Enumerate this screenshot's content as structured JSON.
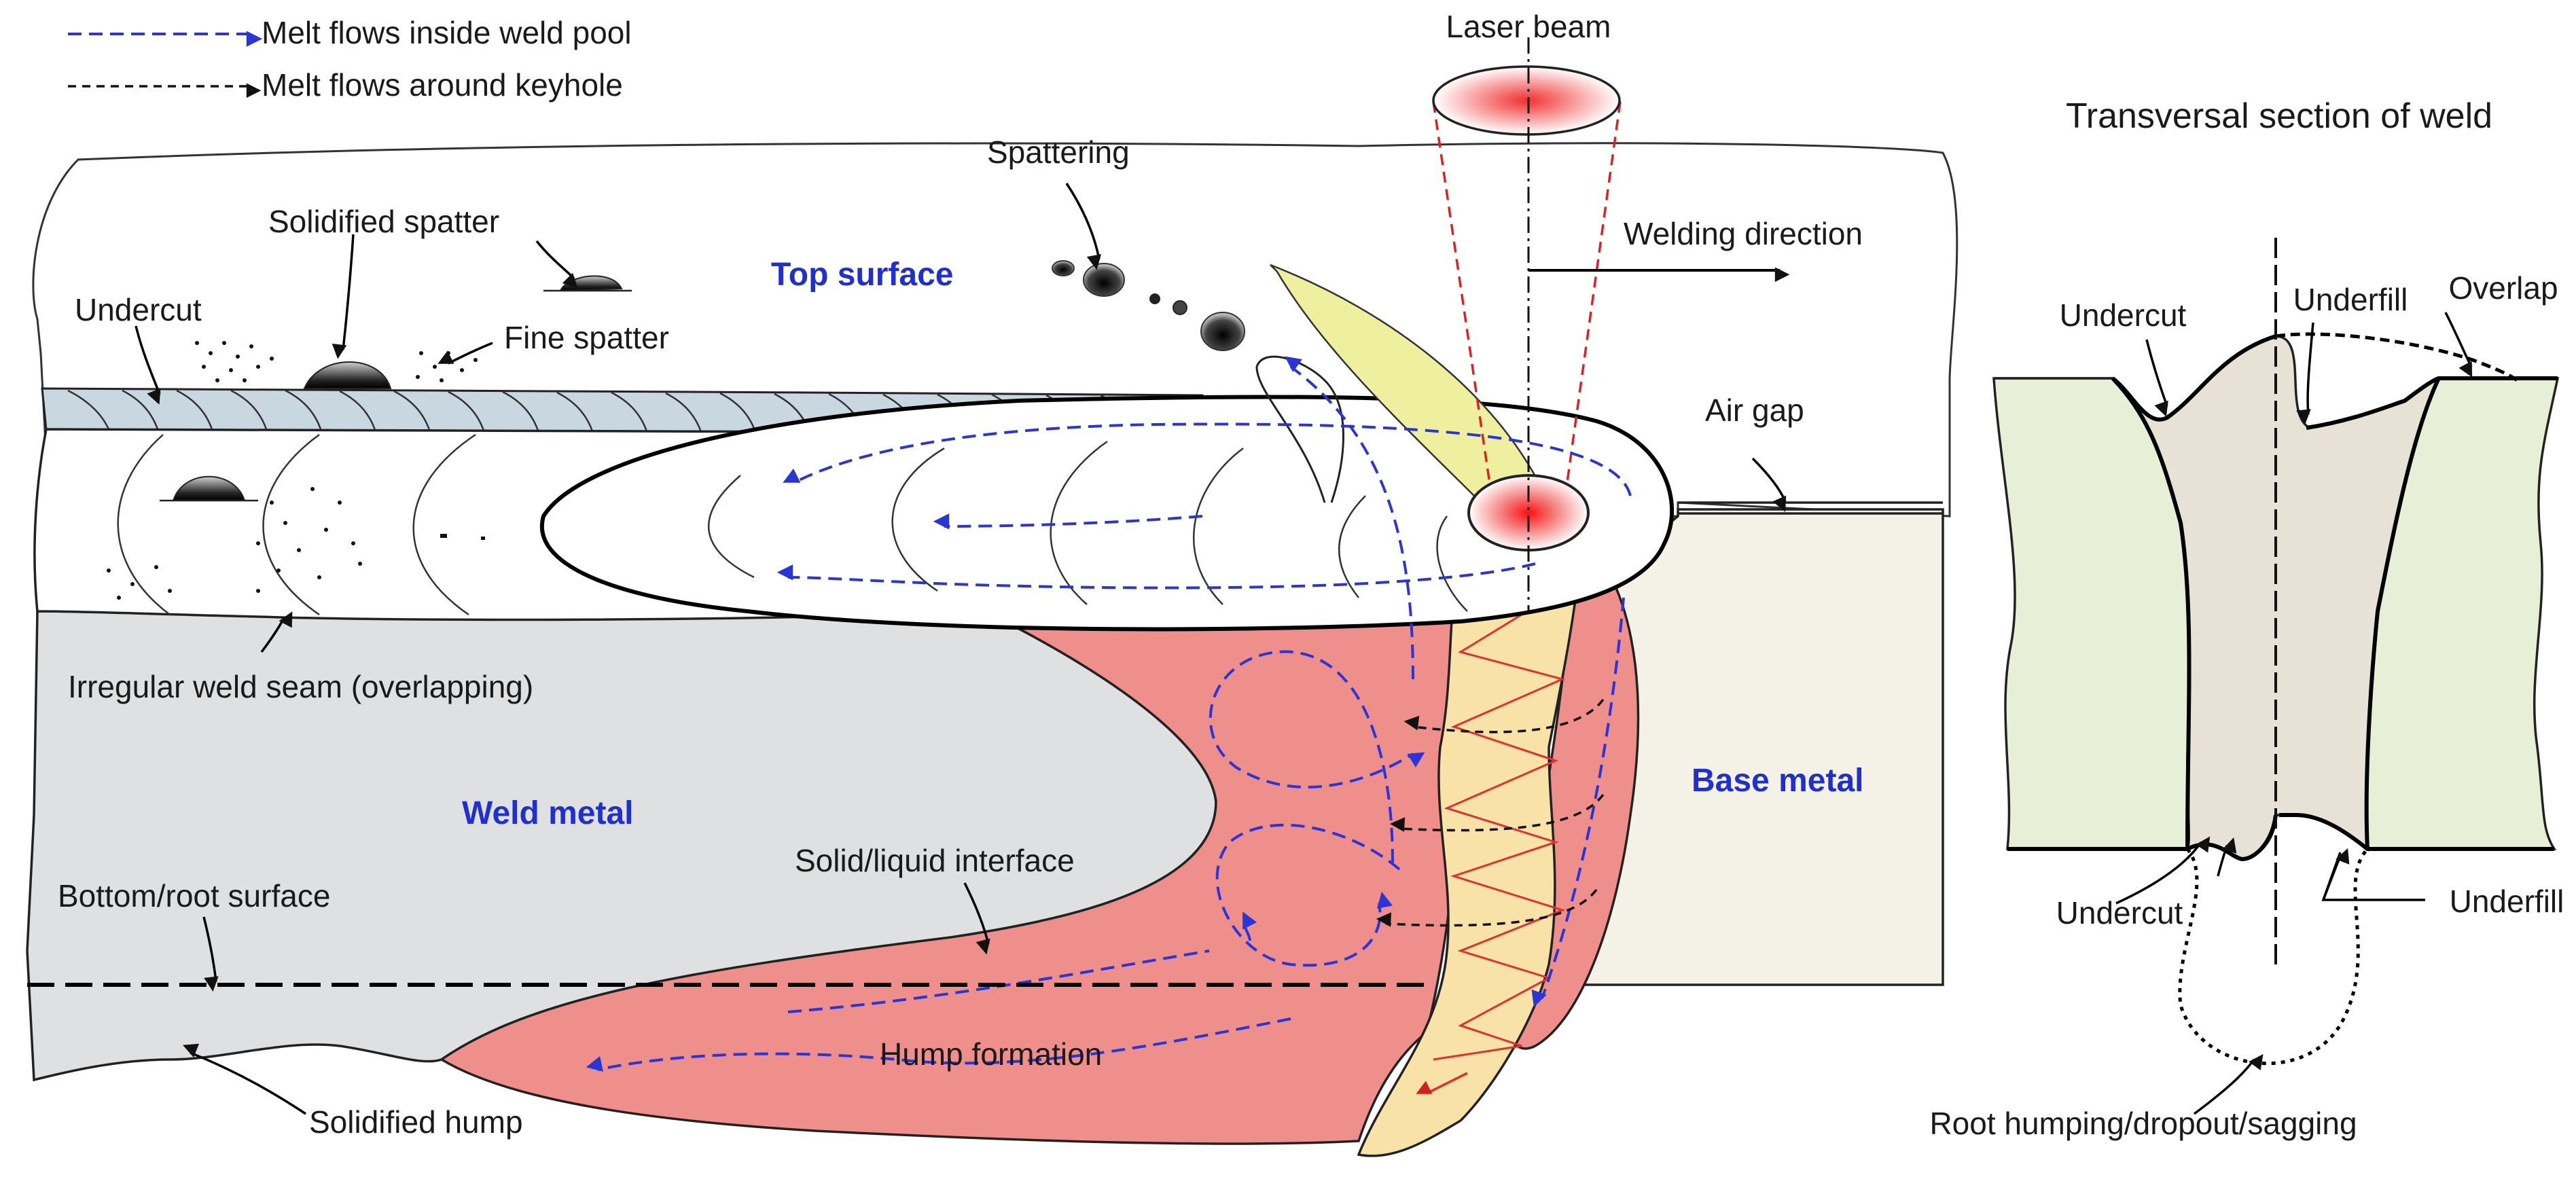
{
  "legend": {
    "melt_inside": "Melt flows inside weld pool",
    "melt_around": "Melt flows around keyhole"
  },
  "labels": {
    "laser_beam": "Laser beam",
    "spattering": "Spattering",
    "solidified_spatter": "Solidified spatter",
    "top_surface": "Top surface",
    "undercut": "Undercut",
    "fine_spatter": "Fine spatter",
    "welding_direction": "Welding direction",
    "air_gap": "Air gap",
    "irregular_seam": "Irregular weld seam (overlapping)",
    "weld_metal": "Weld metal",
    "base_metal": "Base metal",
    "solid_liquid": "Solid/liquid interface",
    "bottom_root": "Bottom/root surface",
    "hump_formation": "Hump formation",
    "solidified_hump": "Solidified hump"
  },
  "section": {
    "title": "Transversal section of weld",
    "undercut_top": "Undercut",
    "underfill_top": "Underfill",
    "overlap": "Overlap",
    "undercut_bottom": "Undercut",
    "underfill_bottom": "Underfill",
    "root": "Root humping/dropout/sagging"
  },
  "colors": {
    "weld_metal": "#dfe0e1",
    "melt_pool": "#ef8f8b",
    "keyhole": "#f8e2a7",
    "plume": "#eef0a0",
    "base_metal": "#f4f1e6",
    "seam": "#c9d7e1",
    "section_base": "#e7f0d7",
    "section_weld": "#e8e2d6",
    "flow_blue": "#2a35d8",
    "text_blue": "#1f2fd0"
  }
}
